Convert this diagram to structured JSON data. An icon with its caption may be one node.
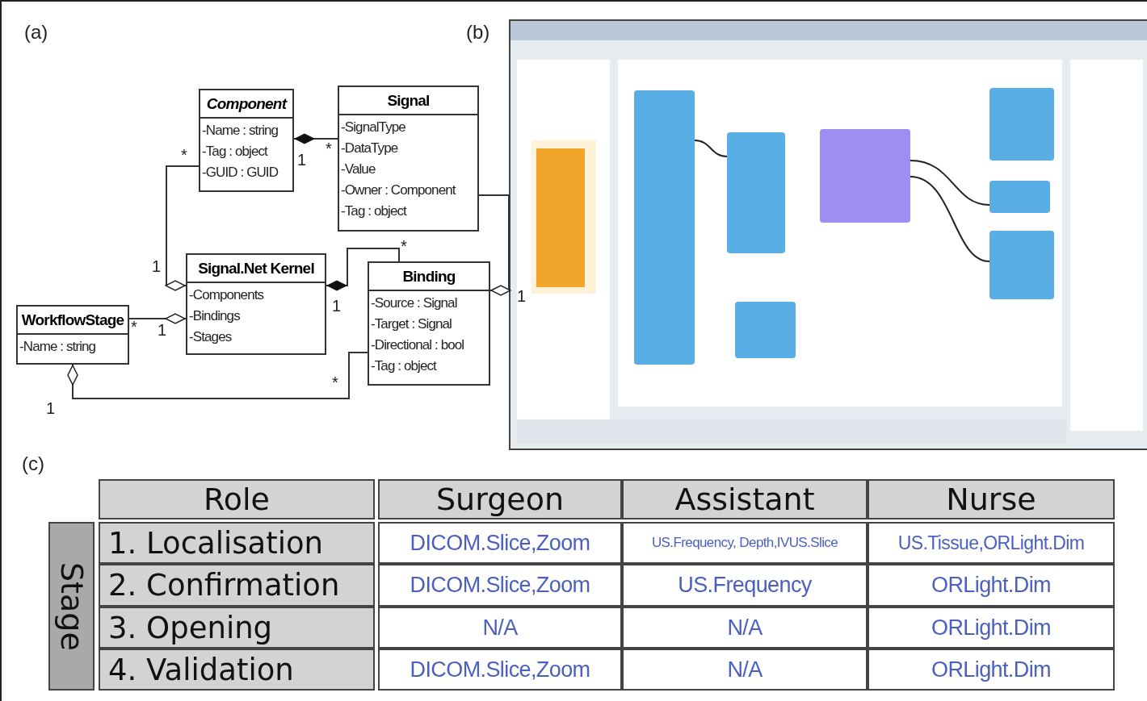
{
  "diagram": {
    "nodes": [
      {
        "text": [
          "Component",
          "-Name : string",
          "-Tag : object",
          "-GUID : GUID"
        ]
      },
      {
        "text": [
          "Signal",
          "-SignalType",
          "-DataType",
          "-Value",
          "-Owner : Component",
          "-Tag : object"
        ]
      },
      {
        "text": [
          "Signal.Net Kernel",
          "-Components",
          "-Bindings",
          "-Stages"
        ]
      },
      {
        "text": [
          "Binding",
          "-Source : Signal",
          "-Target : Signal",
          "-Directional : bool",
          "-Tag : object"
        ]
      },
      {
        "text": [
          "WorkflowStage",
          "-Name : string"
        ]
      }
    ],
    "edges": [
      {
        "from": 0,
        "to": 1,
        "arrow": "other"
      },
      {
        "from": 2,
        "to": 0,
        "arrow": "other"
      },
      {
        "from": 2,
        "to": 4,
        "arrow": "other"
      },
      {
        "from": 2,
        "to": 3,
        "arrow": "other"
      },
      {
        "from": 3,
        "to": 1,
        "arrow": "other"
      },
      {
        "from": 4,
        "to": 3,
        "arrow": "other"
      }
    ],
    "labels": [
      "(a)",
      "(b)",
      "*",
      "*",
      "1",
      "*",
      "1",
      "1",
      "1",
      "*",
      "1",
      "*",
      "1",
      "(c)",
      "Role",
      "Surgeon",
      "Assistant",
      "Nurse",
      "Stage",
      "1. Localisation",
      "DICOM.Slice,Zoom",
      "US.Frequency, Depth,IVUS.Slice",
      "US.Tissue,ORLight.Dim",
      "2. Confirmation",
      "DICOM.Slice,Zoom",
      "US.Frequency",
      "ORLight.Dim",
      "3. Opening",
      "N/A",
      "N/A",
      "ORLight.Dim",
      "4. Validation",
      "DICOM.Slice,Zoom",
      "N/A",
      "ORLight.Dim"
    ]
  }
}
